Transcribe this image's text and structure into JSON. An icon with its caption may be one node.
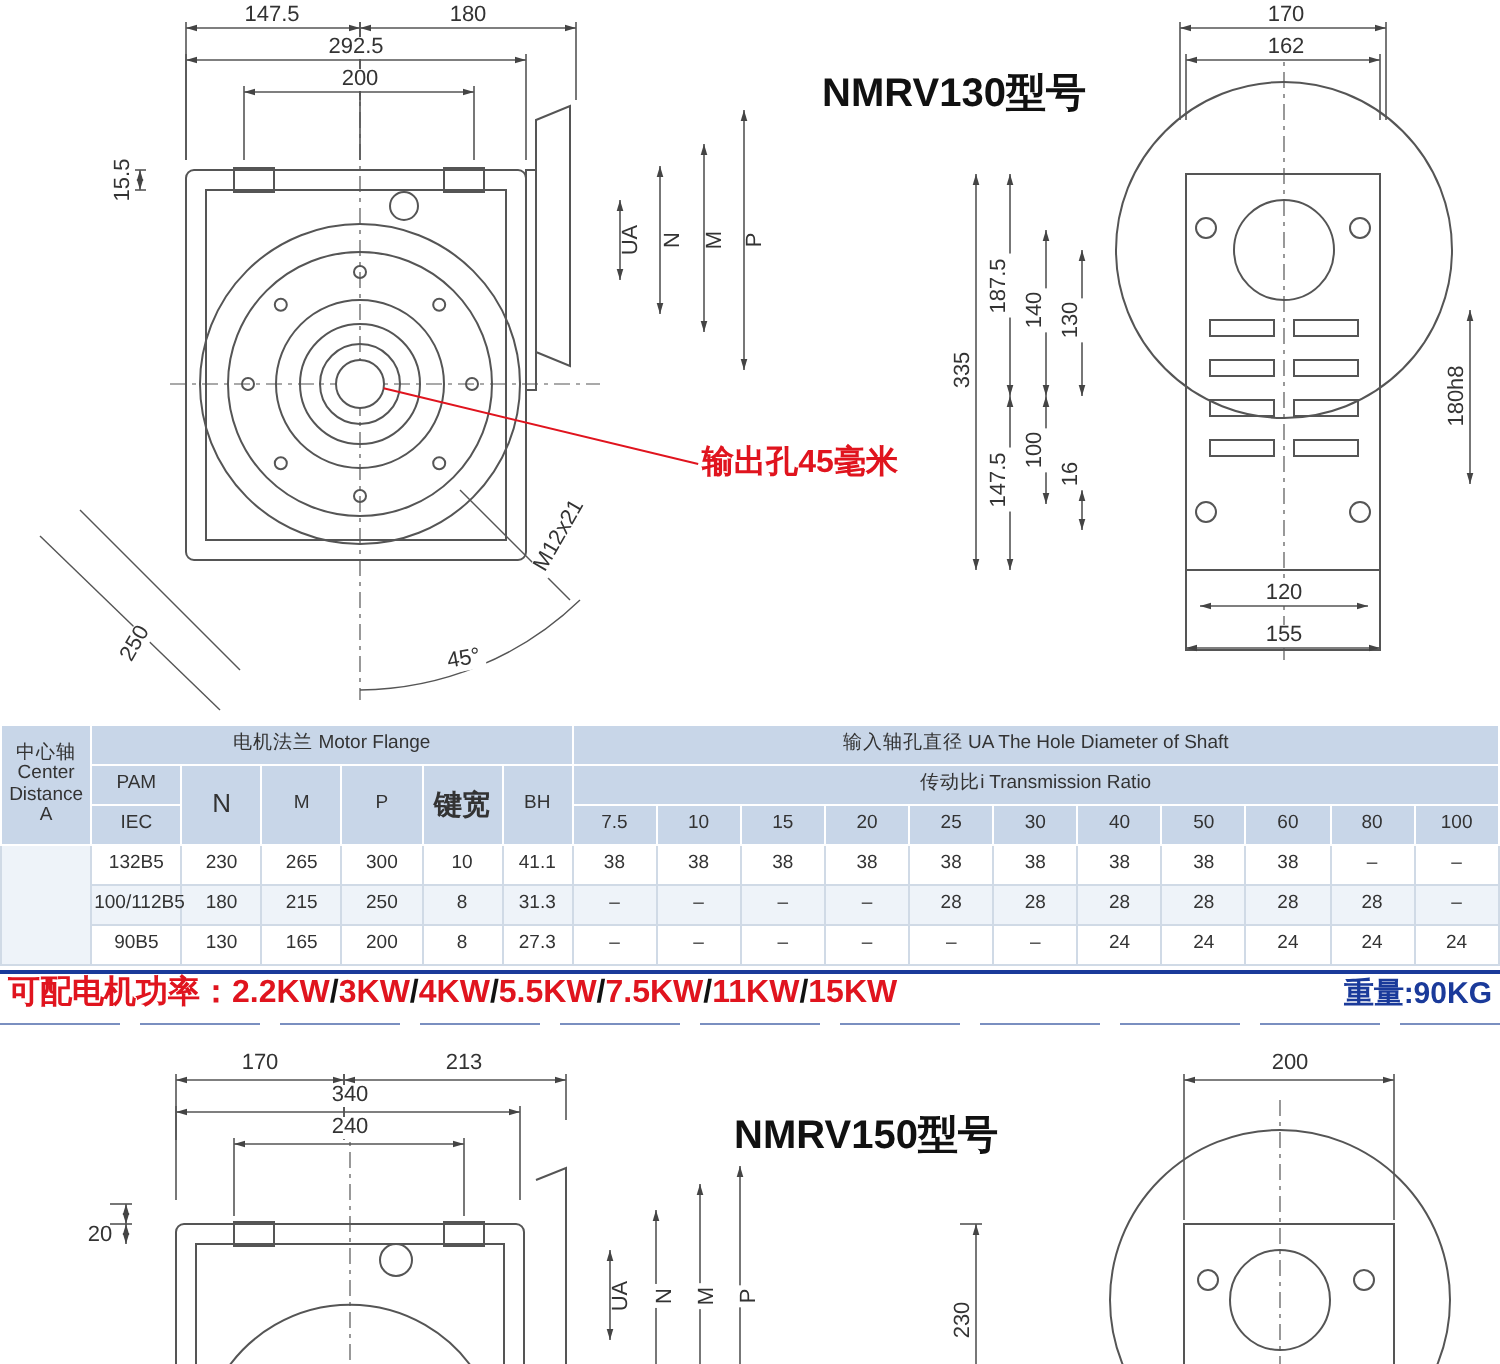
{
  "diagram": {
    "title": "NMRV130型号",
    "nodes": [
      {
        "text": [
          "输出孔45毫米"
        ]
      },
      {
        "text": [],
        "shape": "circle"
      }
    ],
    "edges": [
      {
        "from": 0,
        "to": 1,
        "arrow": "none"
      }
    ],
    "labels": [
      "147.5",
      "180",
      "292.5",
      "200",
      "15.5",
      "UA",
      "N",
      "M",
      "P",
      "M12x21",
      "250",
      "45°",
      "170",
      "162",
      "187.5",
      "140",
      "130",
      "335",
      "180h8",
      "100",
      "16",
      "147.5",
      "120",
      "155",
      "中心轴 Center Distance A",
      "电机法兰 Motor Flange",
      "输入轴孔直径 UA The Hole Diameter of Shaft",
      "PAM",
      "N",
      "M",
      "P",
      "键宽",
      "BH",
      "传动比i Transmission Ratio",
      "IEC",
      "7.5",
      "10",
      "15",
      "20",
      "25",
      "30",
      "40",
      "50",
      "60",
      "80",
      "100",
      "132B5",
      "230",
      "265",
      "300",
      "10",
      "41.1",
      "38",
      "38",
      "38",
      "38",
      "38",
      "38",
      "38",
      "38",
      "38",
      "–",
      "–",
      "100/112B5",
      "180",
      "215",
      "250",
      "8",
      "31.3",
      "–",
      "–",
      "–",
      "–",
      "28",
      "28",
      "28",
      "28",
      "28",
      "28",
      "–",
      "90B5",
      "130",
      "165",
      "200",
      "8",
      "27.3",
      "–",
      "–",
      "–",
      "–",
      "–",
      "–",
      "24",
      "24",
      "24",
      "24",
      "24",
      "可配电机功率：2.2KW/3KW/4KW/5.5KW/7.5KW/11KW/15KW",
      "重量:90KG",
      "170",
      "213",
      "340",
      "240",
      "NMRV150型号",
      "200",
      "20",
      "UA",
      "N",
      "M",
      "P",
      "230"
    ]
  }
}
